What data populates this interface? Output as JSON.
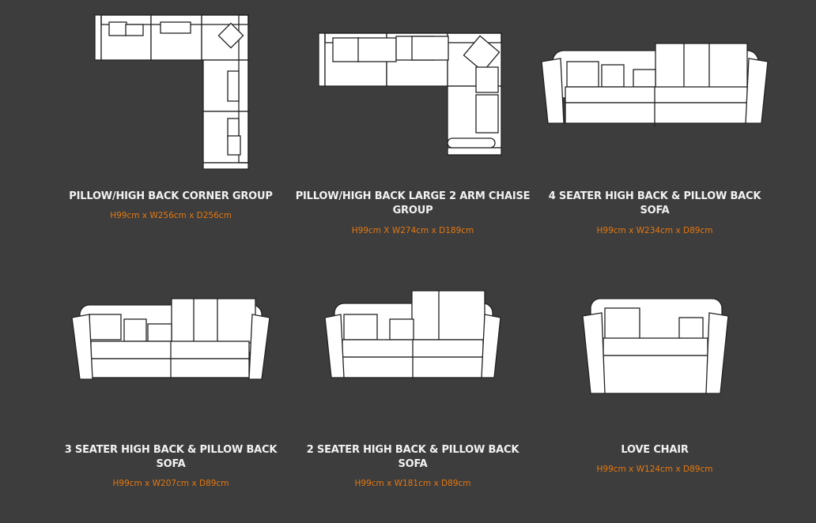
{
  "products": [
    {
      "title": "PILLOW/HIGH BACK CORNER GROUP",
      "dimensions": "H99cm x W256cm x D256cm",
      "image": "corner-group-drawing"
    },
    {
      "title": "PILLOW/HIGH BACK LARGE 2 ARM CHAISE GROUP",
      "dimensions": "H99cm X W274cm x D189cm",
      "image": "chaise-group-drawing"
    },
    {
      "title": "4 SEATER HIGH BACK & PILLOW BACK SOFA",
      "dimensions": "H99cm x W234cm x D89cm",
      "image": "4-seater-sofa-drawing"
    },
    {
      "title": "3 SEATER HIGH BACK & PILLOW BACK SOFA",
      "dimensions": "H99cm x W207cm x D89cm",
      "image": "3-seater-sofa-drawing"
    },
    {
      "title": "2 SEATER HIGH BACK & PILLOW BACK SOFA",
      "dimensions": "H99cm x W181cm x D89cm",
      "image": "2-seater-sofa-drawing"
    },
    {
      "title": "LOVE CHAIR",
      "dimensions": "H99cm x W124cm x D89cm",
      "image": "love-chair-drawing"
    }
  ],
  "colors": {
    "background": "#3d3d3d",
    "title": "#f2f2f2",
    "dimensions": "#e5780f"
  }
}
